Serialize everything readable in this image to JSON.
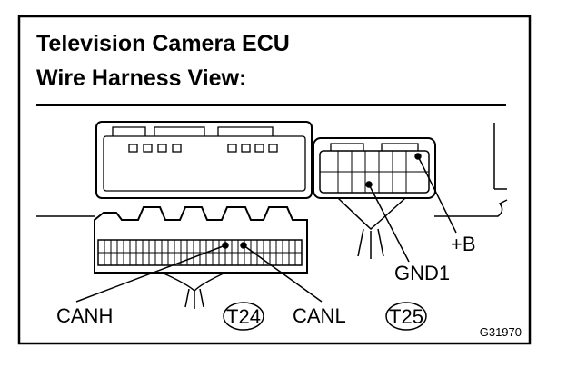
{
  "title_line1": "Television Camera ECU",
  "title_line2": "Wire Harness View:",
  "labels": {
    "plus_b": "+B",
    "gnd1": "GND1",
    "canh": "CANH",
    "canl": "CANL",
    "t24": "T24",
    "t25": "T25",
    "figure_code": "G31970"
  },
  "colors": {
    "line": "#000000",
    "background": "#ffffff"
  }
}
